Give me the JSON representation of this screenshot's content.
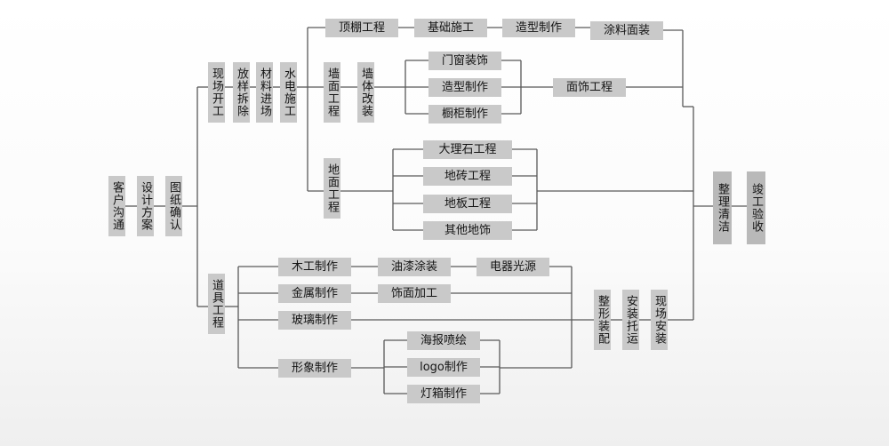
{
  "diagram": {
    "nodes": {
      "client_communication": "客户沟通",
      "design_plan": "设计方案",
      "drawing_confirmation": "图纸确认",
      "site_start": "现场开工",
      "layout_demolition": "放样拆除",
      "material_arrival": "材料进场",
      "plumbing_electrical": "水电施工",
      "wall_works": "墙面工程",
      "wall_modification": "墙体改装",
      "floor_works": "地面工程",
      "props_works": "道具工程",
      "ceiling_works": "顶棚工程",
      "foundation_works": "基础施工",
      "shape_making_top": "造型制作",
      "coating_finish": "涂料面装",
      "door_window_decor": "门窗装饰",
      "shape_making_wall": "造型制作",
      "cabinet_making": "橱柜制作",
      "surface_finish": "面饰工程",
      "marble_works": "大理石工程",
      "tile_works": "地砖工程",
      "wood_floor_works": "地板工程",
      "other_flooring": "其他地饰",
      "woodwork": "木工制作",
      "paint_coating": "油漆涂装",
      "electrical_lighting": "电器光源",
      "metal_work": "金属制作",
      "veneer_processing": "饰面加工",
      "glass_work": "玻璃制作",
      "image_making": "形象制作",
      "poster_printing": "海报喷绘",
      "logo_making": "logo制作",
      "lightbox_making": "灯箱制作",
      "assembly": "整形装配",
      "install_transport": "安装托运",
      "onsite_install": "现场安装",
      "cleanup": "整理清洁",
      "completion_acceptance": "竣工验收"
    }
  }
}
